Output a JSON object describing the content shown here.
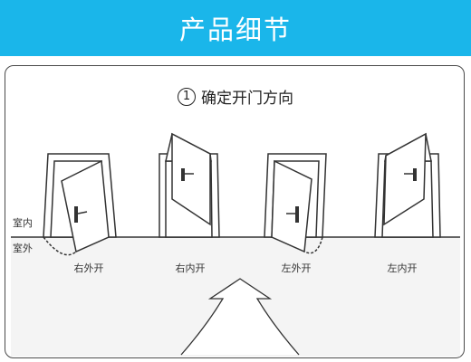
{
  "banner": {
    "title": "产品细节"
  },
  "step": {
    "number": "1",
    "title": "确定开门方向"
  },
  "sides": {
    "indoor": "室内",
    "outdoor": "室外"
  },
  "doors": [
    {
      "label": "右外开"
    },
    {
      "label": "右内开"
    },
    {
      "label": "左外开"
    },
    {
      "label": "左内开"
    }
  ],
  "colors": {
    "banner": "#1ab6ea",
    "line": "#333333",
    "floor_shadow": "#d8d8d8"
  }
}
